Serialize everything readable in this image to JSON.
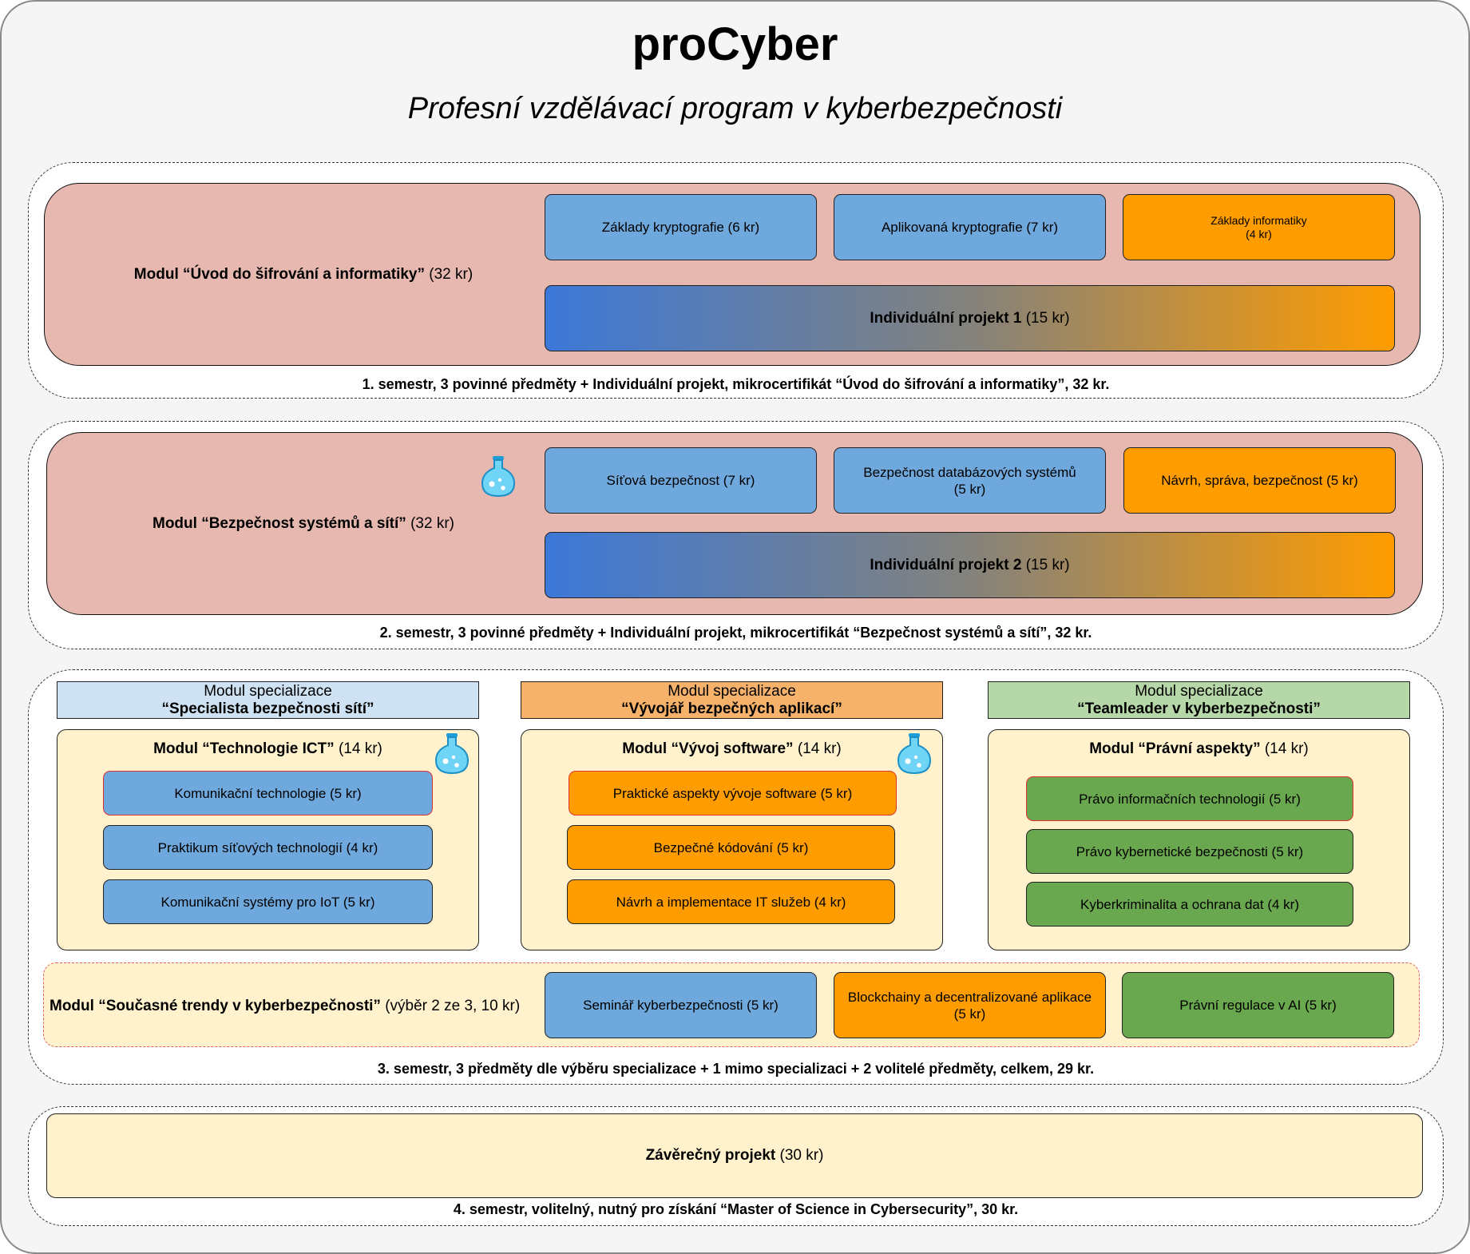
{
  "header": {
    "title": "proCyber",
    "subtitle": "Profesní vzdělávací program v kyberbezpečnosti"
  },
  "semester1": {
    "module_bold": "Modul “Úvod do šifrování a informatiky”",
    "module_rest": " (32 kr)",
    "course1": "Základy kryptografie (6 kr)",
    "course2": "Aplikovaná kryptografie (7 kr)",
    "course3_line1": "Základy informatiky",
    "course3_line2": "(4 kr)",
    "project_bold": "Individuální projekt 1",
    "project_rest": " (15 kr)",
    "caption": "1. semestr, 3 povinné předměty + Individuální projekt, mikrocertifikát “Úvod do šifrování a informatiky”, 32 kr."
  },
  "semester2": {
    "module_bold": "Modul “Bezpečnost systémů a sítí”",
    "module_rest": " (32 kr)",
    "course1": "Síťová bezpečnost (7 kr)",
    "course2_line1": "Bezpečnost databázových systémů",
    "course2_line2": "(5 kr)",
    "course3": "Návrh, správa, bezpečnost (5 kr)",
    "project_bold": "Individuální projekt 2",
    "project_rest": " (15 kr)",
    "caption": "2. semestr, 3 povinné předměty + Individuální projekt, mikrocertifikát “Bezpečnost systémů a sítí”, 32 kr."
  },
  "semester3": {
    "spec1": {
      "head_line1": "Modul specializace",
      "head_line2": "“Specialista bezpečnosti sítí”",
      "module_bold": "Modul “Technologie ICT”",
      "module_rest": " (14 kr)",
      "courses": [
        "Komunikační technologie (5 kr)",
        "Praktikum síťových technologií (4 kr)",
        "Komunikační systémy pro IoT (5 kr)"
      ]
    },
    "spec2": {
      "head_line1": "Modul specializace",
      "head_line2": "“Vývojář bezpečných aplikací”",
      "module_bold": "Modul “Vývoj software”",
      "module_rest": " (14 kr)",
      "courses": [
        "Praktické aspekty vývoje software (5 kr)",
        "Bezpečné kódování (5 kr)",
        "Návrh a implementace IT služeb (4 kr)"
      ]
    },
    "spec3": {
      "head_line1": "Modul specializace",
      "head_line2": "“Teamleader v kyberbezpečnosti”",
      "module_bold": "Modul “Právní aspekty”",
      "module_rest": " (14 kr)",
      "courses": [
        "Právo informačních technologií (5 kr)",
        "Právo kybernetické bezpečnosti (5 kr)",
        "Kyberkriminalita a ochrana dat (4 kr)"
      ]
    },
    "trends": {
      "module_bold": "Modul “Současné trendy v kyberbezpečnosti”",
      "module_rest": " (výběr 2 ze 3, 10 kr)",
      "course1": "Seminář kyberbezpečnosti (5 kr)",
      "course2_line1": "Blockchainy a decentralizované aplikace",
      "course2_line2": "(5 kr)",
      "course3": "Právní regulace v AI (5 kr)"
    },
    "caption": "3. semestr, 3 předměty dle výběru specializace + 1 mimo specializaci + 2 volitelé předměty, celkem, 29 kr."
  },
  "semester4": {
    "project_bold": "Závěrečný projekt",
    "project_rest": " (30 kr)",
    "caption": "4. semestr, volitelný, nutný pro získání “Master of Science in Cybersecurity”, 30 kr."
  },
  "icons": {
    "lab": "flask-icon"
  },
  "colors": {
    "module_bg": "#e6b8b0",
    "course_blue": "#6fa8dc",
    "course_orange": "#ff9c00",
    "course_green": "#6aa84f",
    "spec_bg": "#fff2cc",
    "spec1_head": "#cfe2f3",
    "spec2_head": "#f6b26b",
    "spec3_head": "#b6d7a8"
  }
}
